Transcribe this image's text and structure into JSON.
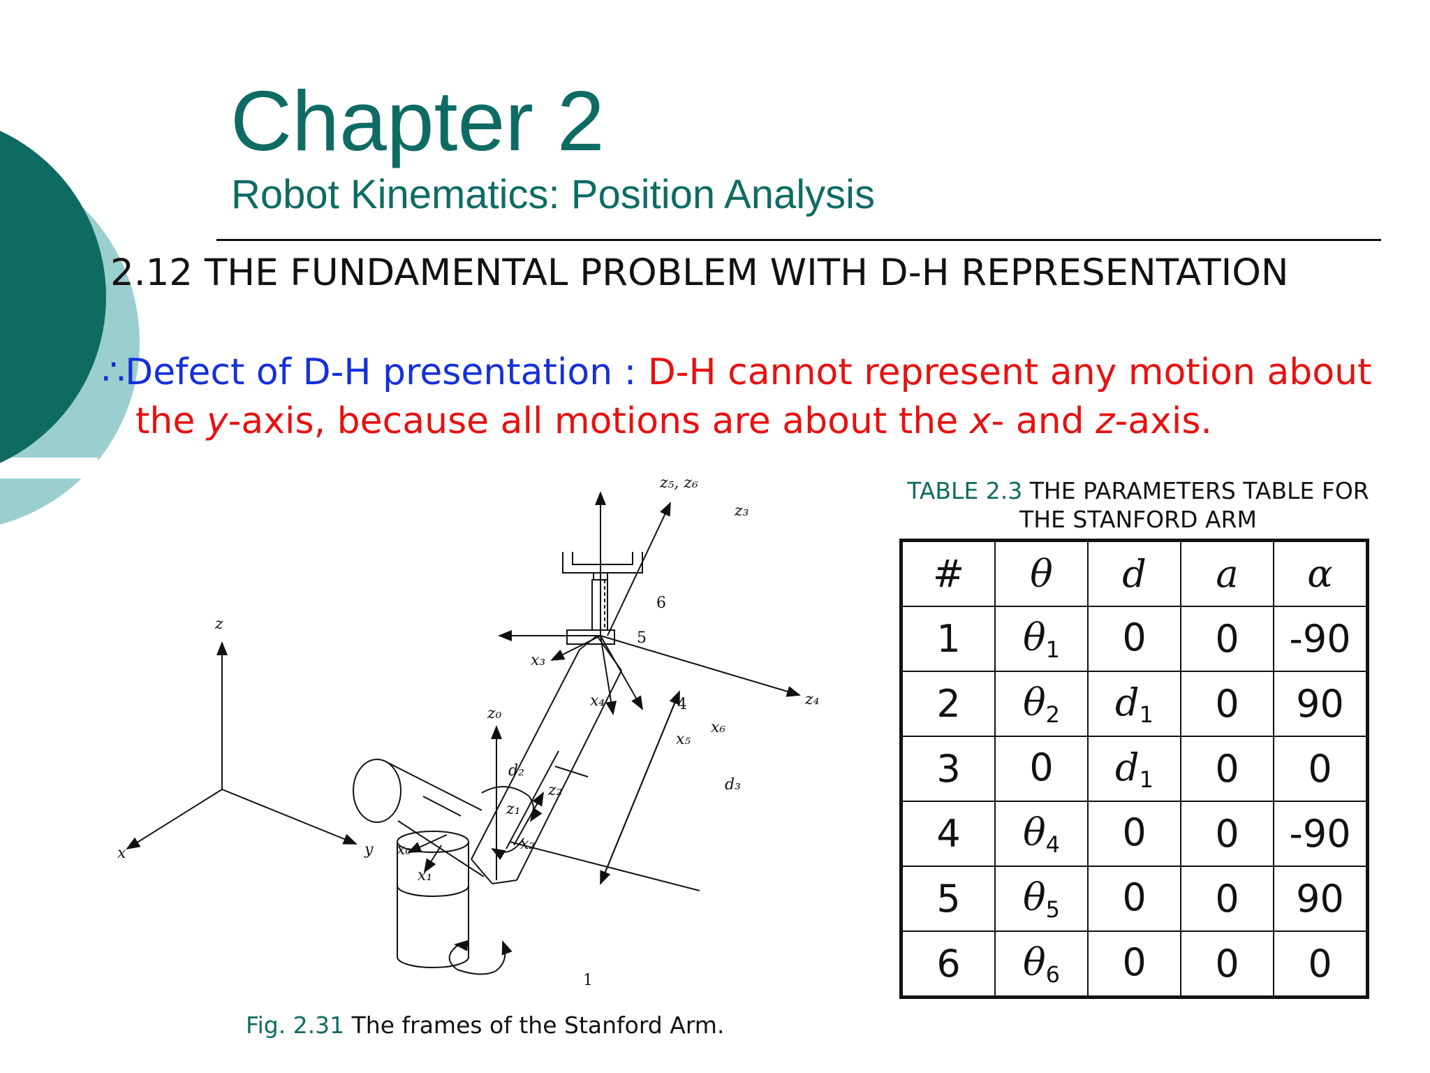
{
  "slide": {
    "title": "Chapter 2",
    "subtitle": "Robot Kinematics: Position Analysis",
    "section_heading": "2.12 THE FUNDAMENTAL PROBLEM WITH D-H REPRESENTATION",
    "defect": {
      "symbol": "∴",
      "label": "Defect of D-H presentation : ",
      "t1": "D-H cannot represent any motion about",
      "t2": "the ",
      "y": "y",
      "t3": "-axis, because all motions are about the ",
      "x": "x",
      "t4": "- and ",
      "z": "z",
      "t5": "-axis."
    }
  },
  "figure": {
    "caption_num": "Fig. 2.31",
    "caption_text": " The frames of the Stanford Arm.",
    "labels": {
      "z": "z",
      "x": "x",
      "y": "y",
      "z0": "z₀",
      "x0": "x₀",
      "x1": "x₁",
      "z1": "z₁",
      "z2": "z₂",
      "x2": "x₂",
      "z3": "z₃",
      "x3": "x₃",
      "x4": "x₄",
      "z4": "z₄",
      "x5": "x₅",
      "x6": "x₆",
      "z56": "z₅, z₆",
      "d2": "d₂",
      "d3": "d₃",
      "j1": "1",
      "j4": "4",
      "j5": "5",
      "j6": "6"
    }
  },
  "table": {
    "caption_num": "TABLE 2.3",
    "caption_text": " THE PARAMETERS TABLE FOR THE STANFORD ARM",
    "headers": [
      "#",
      "θ",
      "d",
      "a",
      "α"
    ],
    "rows": [
      {
        "n": "1",
        "theta": "θ",
        "theta_sub": "1",
        "d": "0",
        "d_sub": "",
        "a": "0",
        "alpha": "-90"
      },
      {
        "n": "2",
        "theta": "θ",
        "theta_sub": "2",
        "d": "d",
        "d_sub": "1",
        "a": "0",
        "alpha": "90"
      },
      {
        "n": "3",
        "theta": "0",
        "theta_sub": "",
        "d": "d",
        "d_sub": "1",
        "a": "0",
        "alpha": "0"
      },
      {
        "n": "4",
        "theta": "θ",
        "theta_sub": "4",
        "d": "0",
        "d_sub": "",
        "a": "0",
        "alpha": "-90"
      },
      {
        "n": "5",
        "theta": "θ",
        "theta_sub": "5",
        "d": "0",
        "d_sub": "",
        "a": "0",
        "alpha": "90"
      },
      {
        "n": "6",
        "theta": "θ",
        "theta_sub": "6",
        "d": "0",
        "d_sub": "",
        "a": "0",
        "alpha": "0"
      }
    ]
  },
  "colors": {
    "accent_teal": "#0e6b63",
    "light_teal": "#9bcfcf",
    "highlight_blue": "#1530d8",
    "highlight_red": "#e81010"
  }
}
